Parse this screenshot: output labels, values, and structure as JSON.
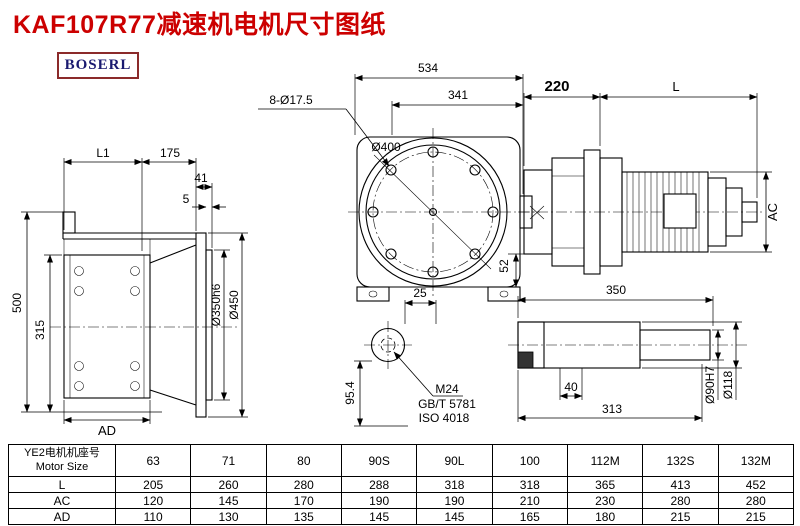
{
  "page": {
    "title": "KAF107R77减速机电机尺寸图纸",
    "logo": "BOSERL"
  },
  "colors": {
    "title_red": "#cc0000",
    "logo_border": "#8b2a2a",
    "logo_text": "#1a1a70",
    "line_color": "#000000"
  },
  "drawing": {
    "side_view": {
      "dim_l1": "L1",
      "dim_175": "175",
      "dim_41": "41",
      "dim_5": "5",
      "dim_500": "500",
      "dim_315": "315",
      "dim_ad": "AD",
      "dim_d350": "Ø350h6",
      "dim_d450": "Ø450"
    },
    "front_view": {
      "dim_534": "534",
      "dim_341": "341",
      "dim_holes": "8-Ø17.5",
      "dim_d400": "Ø400",
      "dim_52": "52"
    },
    "shaft_section": {
      "dim_25": "25",
      "dim_954": "95.4",
      "thread": "M24",
      "std1": "GB/T 5781",
      "std2": "ISO 4018"
    },
    "motor_view": {
      "dim_220": "220",
      "dim_l": "L",
      "dim_ac": "AC"
    },
    "shaft_view": {
      "dim_350": "350",
      "dim_40": "40",
      "dim_313": "313",
      "dim_d90": "Ø90H7",
      "dim_d118": "Ø118"
    }
  },
  "table": {
    "header_cn": "YE2电机机座号",
    "header_en": "Motor Size",
    "sizes": [
      "63",
      "71",
      "80",
      "90S",
      "90L",
      "100",
      "112M",
      "132S",
      "132M"
    ],
    "rows": [
      {
        "label": "L",
        "values": [
          "205",
          "260",
          "280",
          "288",
          "318",
          "318",
          "365",
          "413",
          "452"
        ]
      },
      {
        "label": "AC",
        "values": [
          "120",
          "145",
          "170",
          "190",
          "190",
          "210",
          "230",
          "280",
          "280"
        ]
      },
      {
        "label": "AD",
        "values": [
          "110",
          "130",
          "135",
          "145",
          "145",
          "165",
          "180",
          "215",
          "215"
        ]
      }
    ]
  }
}
